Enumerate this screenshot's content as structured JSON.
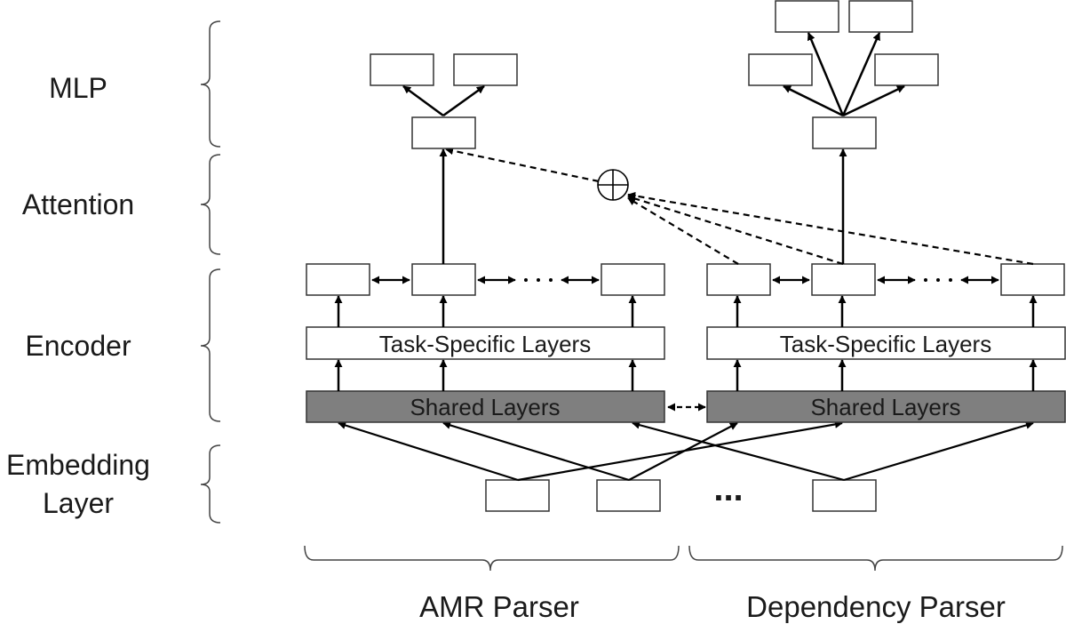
{
  "row_labels": {
    "mlp": "MLP",
    "attention": "Attention",
    "encoder": "Encoder",
    "embedding_line1": "Embedding",
    "embedding_line2": "Layer"
  },
  "amr": {
    "task_specific": "Task-Specific Layers",
    "shared": "Shared Layers",
    "bottom_label": "AMR Parser"
  },
  "dep": {
    "task_specific": "Task-Specific Layers",
    "shared": "Shared Layers",
    "bottom_label": "Dependency Parser"
  },
  "embedding_ellipsis": "...",
  "colors": {
    "stroke": "#000000",
    "shared_fill": "#7f7f7f",
    "box_fill": "#ffffff",
    "bracket": "#444444"
  }
}
